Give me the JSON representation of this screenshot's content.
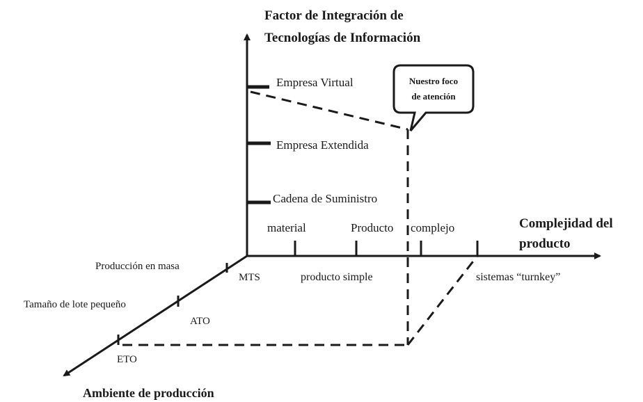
{
  "axes": {
    "vertical": {
      "title_line1": "Factor de Integración de",
      "title_line2": "Tecnologías de Información",
      "levels": [
        "Empresa Virtual",
        "Empresa Extendida",
        "Cadena de Suministro"
      ]
    },
    "horizontal": {
      "title_line1": "Complejidad del",
      "title_line2": "producto",
      "upper_labels": [
        "material",
        "Producto",
        "complejo"
      ],
      "lower_labels": [
        "producto simple",
        "sistemas “turnkey”"
      ]
    },
    "diagonal": {
      "title": "Ambiente de producción",
      "outer_labels": [
        "Producción en masa",
        "Tamaño de lote pequeño"
      ],
      "inner_labels": [
        "MTS",
        "ATO",
        "ETO"
      ]
    }
  },
  "callout": {
    "line1": "Nuestro foco",
    "line2": "de atención"
  },
  "colors": {
    "ink": "#1a1a1a",
    "background": "#ffffff"
  }
}
